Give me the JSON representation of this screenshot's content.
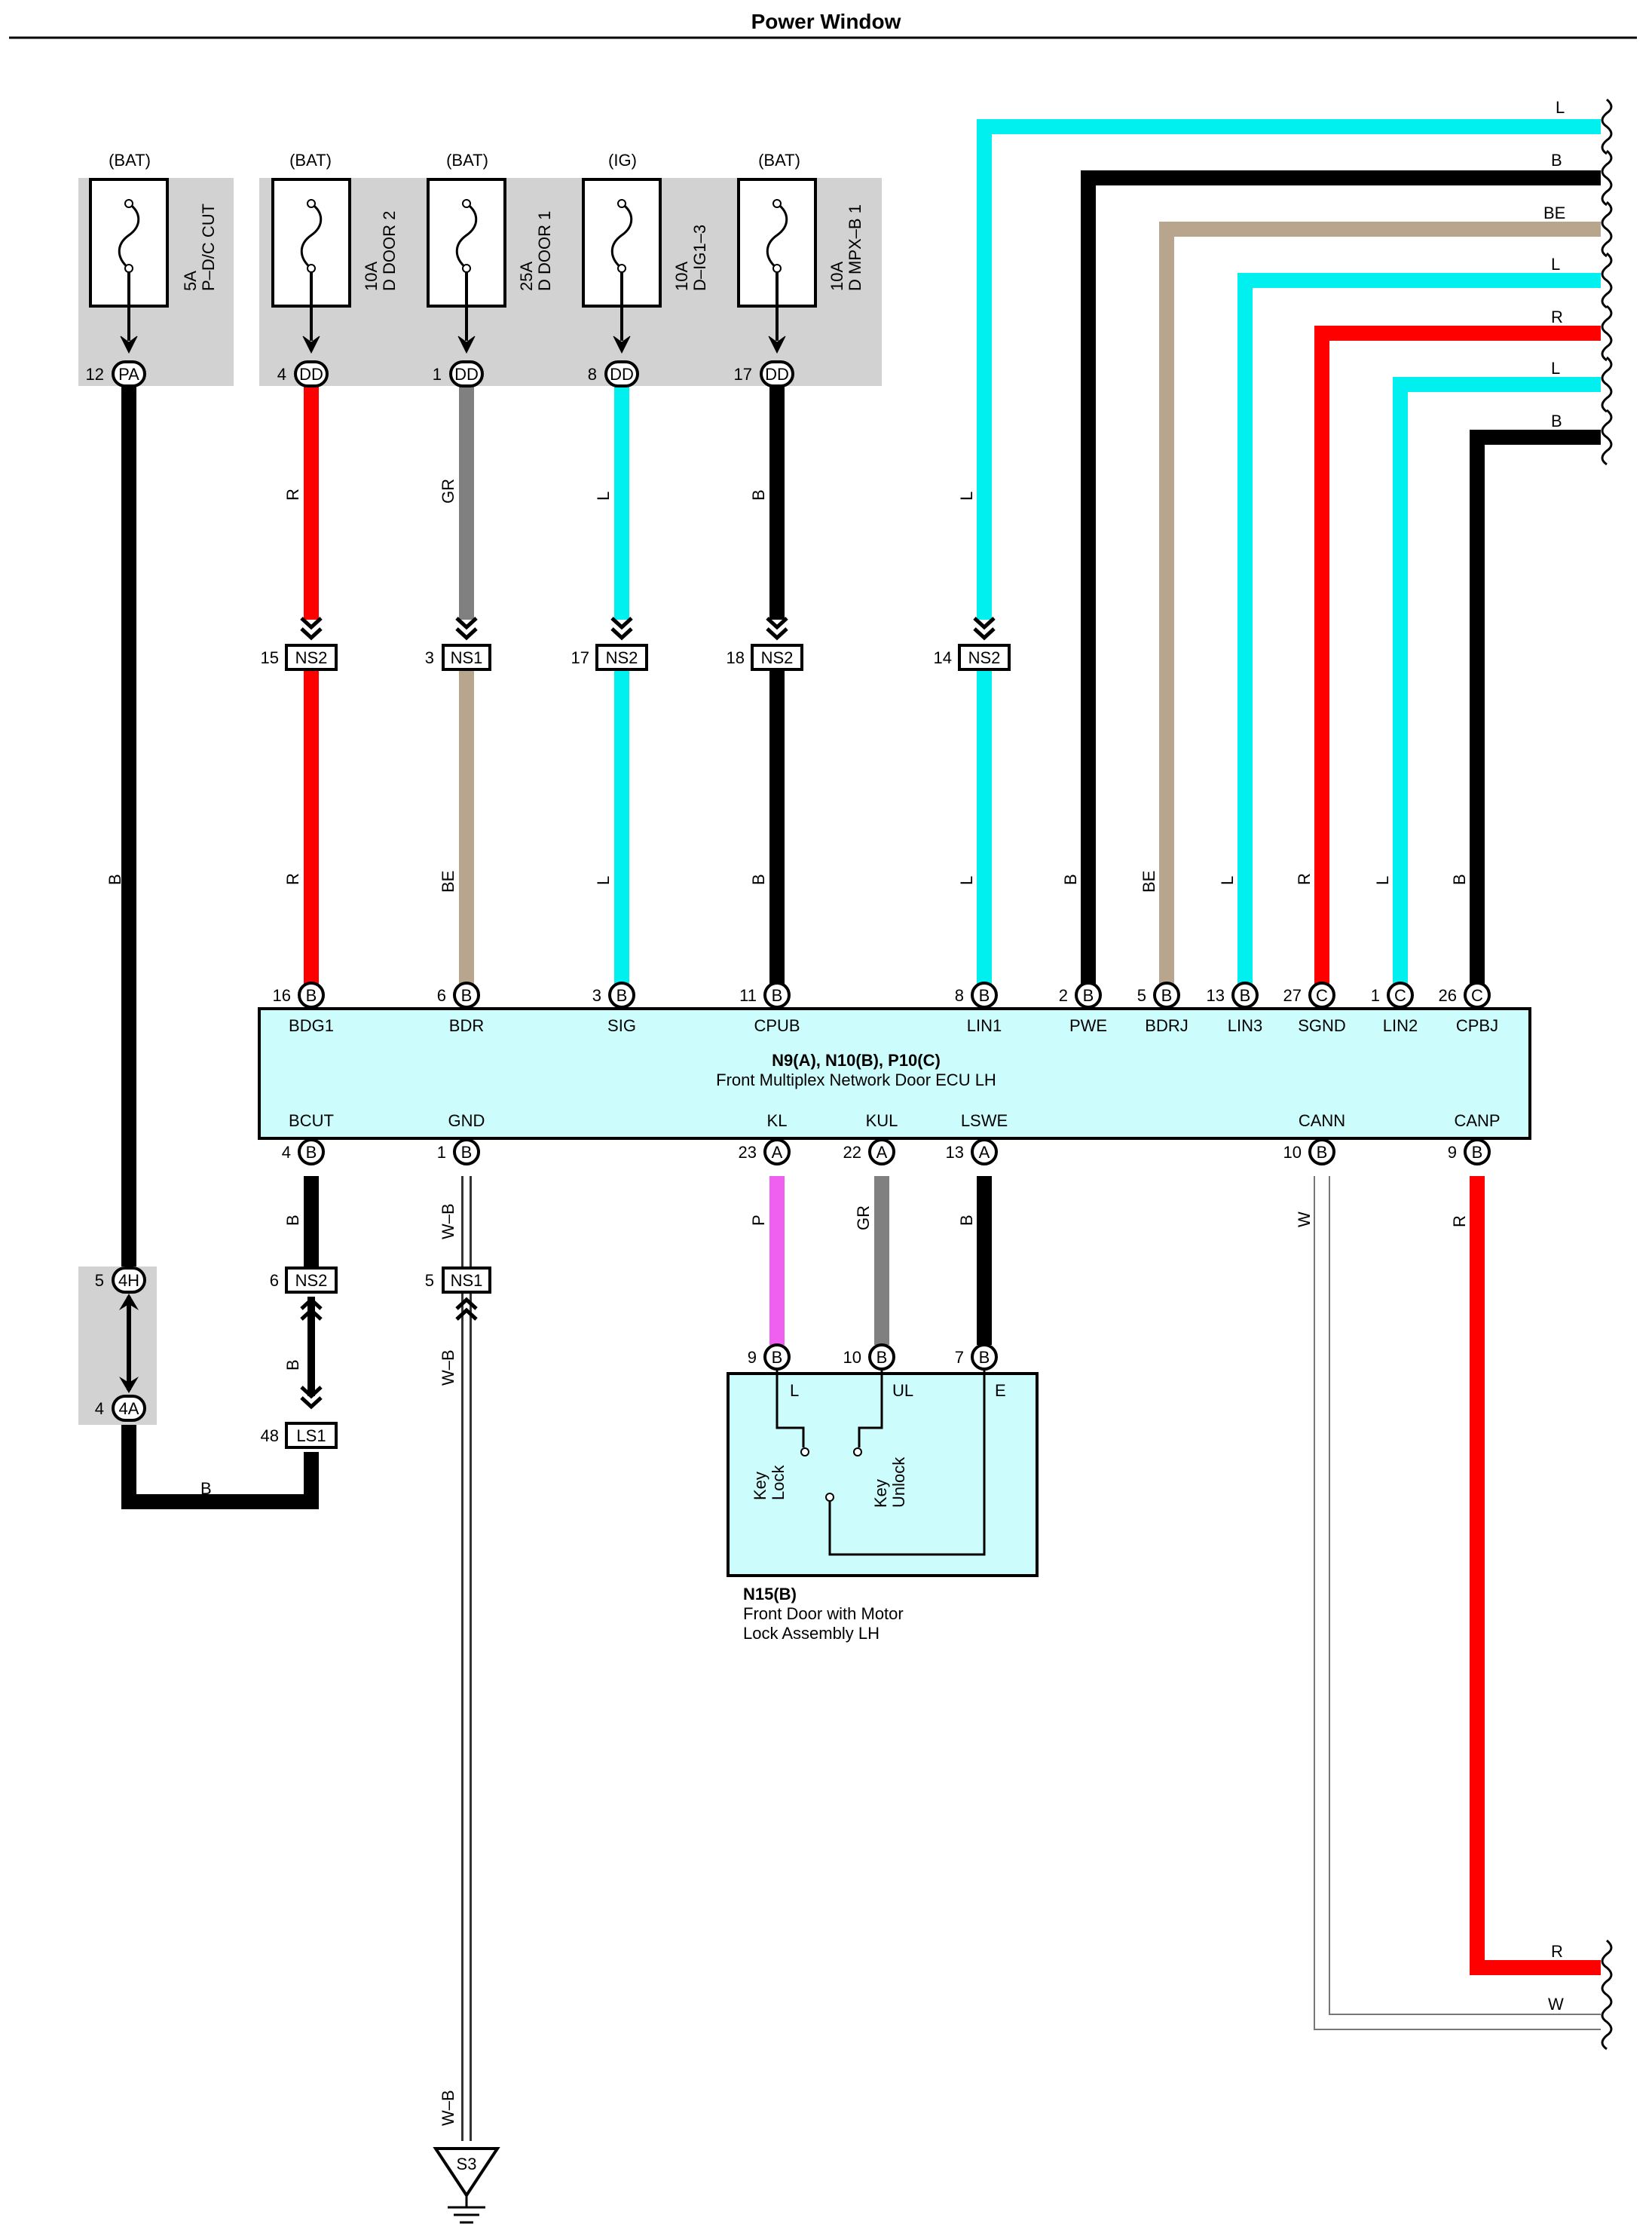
{
  "title": "Power Window",
  "colors": {
    "L": "#00f0f0",
    "B": "#000000",
    "BE": "#b8a58e",
    "R": "#ff0000",
    "GR": "#808080",
    "P": "#f060f0",
    "W": "#ffffff",
    "fuse_bg": "#d2d2d2",
    "ecu_fill": "#ccfcfc"
  },
  "fuses": [
    {
      "source": "(BAT)",
      "rating": "5A",
      "name": "P–D/C CUT",
      "pin": "12",
      "connector": "PA"
    },
    {
      "source": "(BAT)",
      "rating": "10A",
      "name": "D DOOR 2",
      "pin": "4",
      "connector": "DD"
    },
    {
      "source": "(BAT)",
      "rating": "25A",
      "name": "D DOOR 1",
      "pin": "1",
      "connector": "DD"
    },
    {
      "source": "(IG)",
      "rating": "10A",
      "name": "D–IG1–3",
      "pin": "8",
      "connector": "DD"
    },
    {
      "source": "(BAT)",
      "rating": "10A",
      "name": "D MPX–B 1",
      "pin": "17",
      "connector": "DD"
    }
  ],
  "upper_wire_labels": [
    "R",
    "GR",
    "L",
    "B",
    "L"
  ],
  "ns_junctions": [
    {
      "pin": "15",
      "name": "NS2"
    },
    {
      "pin": "3",
      "name": "NS1"
    },
    {
      "pin": "17",
      "name": "NS2"
    },
    {
      "pin": "18",
      "name": "NS2"
    },
    {
      "pin": "14",
      "name": "NS2"
    }
  ],
  "mid_wire_labels": [
    "R",
    "BE",
    "L",
    "B",
    "L",
    "B",
    "BE",
    "L",
    "R",
    "L",
    "B"
  ],
  "left_wire_label": "B",
  "ecu": {
    "title": "N9(A), N10(B), P10(C)",
    "subtitle": "Front Multiplex Network Door ECU LH",
    "top_pins": [
      {
        "num": "16",
        "letter": "B",
        "name": "BDG1"
      },
      {
        "num": "6",
        "letter": "B",
        "name": "BDR"
      },
      {
        "num": "3",
        "letter": "B",
        "name": "SIG"
      },
      {
        "num": "11",
        "letter": "B",
        "name": "CPUB"
      },
      {
        "num": "8",
        "letter": "B",
        "name": "LIN1"
      },
      {
        "num": "2",
        "letter": "B",
        "name": "PWE"
      },
      {
        "num": "5",
        "letter": "B",
        "name": "BDRJ"
      },
      {
        "num": "13",
        "letter": "B",
        "name": "LIN3"
      },
      {
        "num": "27",
        "letter": "C",
        "name": "SGND"
      },
      {
        "num": "1",
        "letter": "C",
        "name": "LIN2"
      },
      {
        "num": "26",
        "letter": "C",
        "name": "CPBJ"
      }
    ],
    "bottom_pins": [
      {
        "num": "4",
        "letter": "B",
        "name": "BCUT"
      },
      {
        "num": "1",
        "letter": "B",
        "name": "GND"
      },
      {
        "num": "23",
        "letter": "A",
        "name": "KL"
      },
      {
        "num": "22",
        "letter": "A",
        "name": "KUL"
      },
      {
        "num": "13",
        "letter": "A",
        "name": "LSWE"
      },
      {
        "num": "10",
        "letter": "B",
        "name": "CANN"
      },
      {
        "num": "9",
        "letter": "B",
        "name": "CANP"
      }
    ]
  },
  "right_edge_labels": [
    "L",
    "B",
    "BE",
    "L",
    "R",
    "L",
    "B"
  ],
  "bottom_edge_labels": [
    "R",
    "W"
  ],
  "lower_wire_labels": [
    "B",
    "W–B",
    "P",
    "GR",
    "B",
    "W",
    "R"
  ],
  "lower_junctions": [
    {
      "pin": "5",
      "name": "4H"
    },
    {
      "pin": "4",
      "name": "4A"
    },
    {
      "pin": "6",
      "name": "NS2"
    },
    {
      "pin": "48",
      "name": "LS1"
    },
    {
      "pin": "5",
      "name": "NS1"
    }
  ],
  "lower_junction_wire_labels": [
    "B",
    "W–B",
    "B"
  ],
  "ground_wire_label": "W–B",
  "ground": "S3",
  "lock": {
    "pins": [
      {
        "num": "9",
        "letter": "B",
        "name": "L"
      },
      {
        "num": "10",
        "letter": "B",
        "name": "UL"
      },
      {
        "num": "7",
        "letter": "B",
        "name": "E"
      }
    ],
    "key_lock": [
      "Key",
      "Lock"
    ],
    "key_unlock": [
      "Key",
      "Unlock"
    ],
    "connector": "N15(B)",
    "name_line1": "Front Door with Motor",
    "name_line2": "Lock Assembly LH"
  }
}
